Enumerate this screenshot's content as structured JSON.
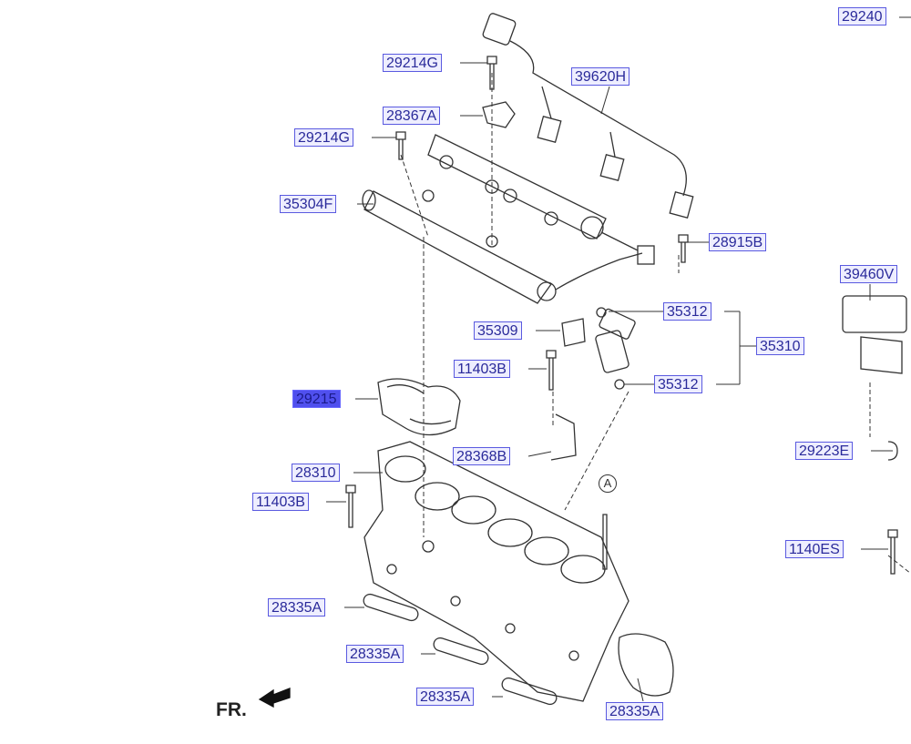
{
  "labels": {
    "p29240": "29240",
    "p29214g_top": "29214G",
    "p39620h": "39620H",
    "p28367a": "28367A",
    "p29214g_2": "29214G",
    "p35304f": "35304F",
    "p28915b": "28915B",
    "p39460v": "39460V",
    "p35312_top": "35312",
    "p35309": "35309",
    "p35310": "35310",
    "p11403b_top": "11403B",
    "p35312_bot": "35312",
    "p29215": "29215",
    "p28368b": "28368B",
    "p29223e": "29223E",
    "p28310": "28310",
    "p11403b_bot": "11403B",
    "p1140es": "1140ES",
    "p28335a_1": "28335A",
    "p28335a_2": "28335A",
    "p28335a_3": "28335A",
    "p28335a_4": "28335A"
  },
  "ref_marker": "A",
  "front_label": "FR.",
  "highlighted_part": "29215",
  "colors": {
    "label_border": "#5a5ae0",
    "label_fill": "#eeeeff",
    "highlight_fill": "#5050ee"
  }
}
